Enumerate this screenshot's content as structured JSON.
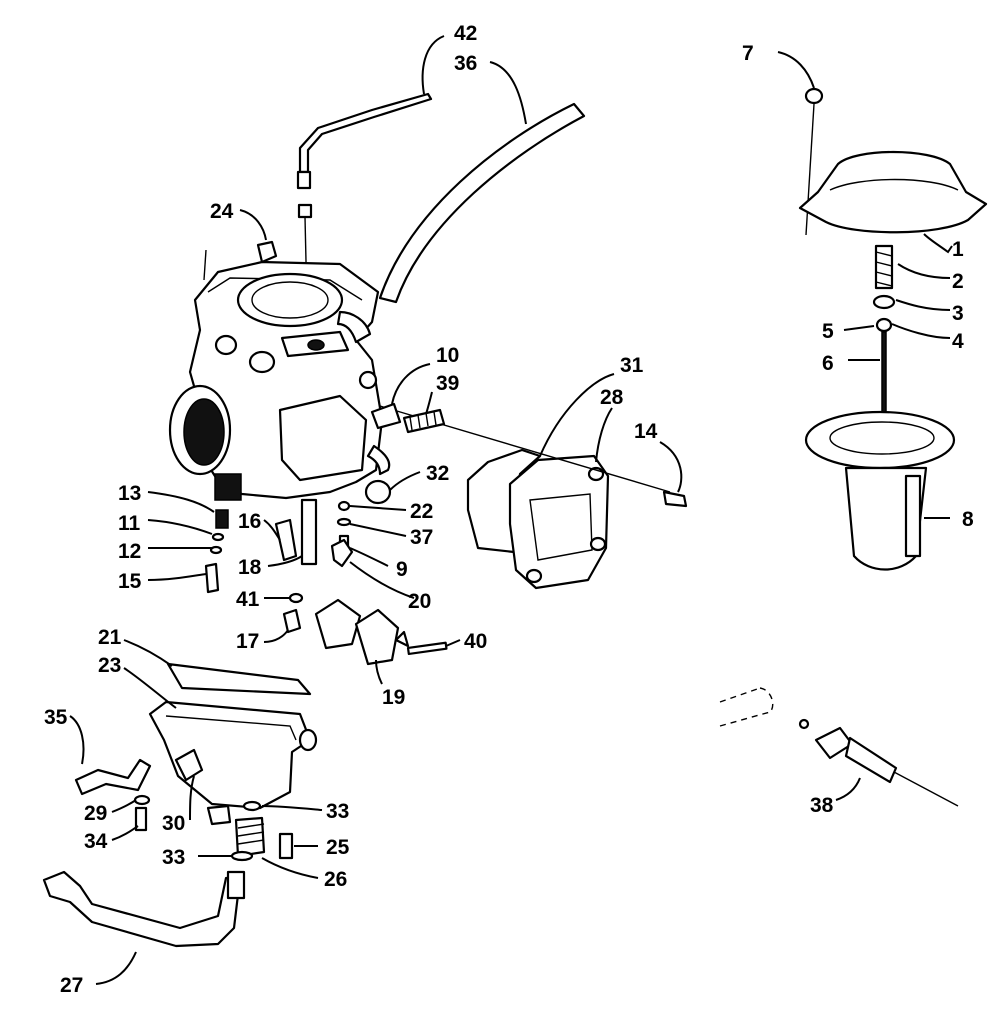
{
  "callouts": {
    "c1": "1",
    "c2": "2",
    "c3": "3",
    "c4": "4",
    "c5": "5",
    "c6": "6",
    "c7": "7",
    "c8": "8",
    "c9": "9",
    "c10": "10",
    "c11": "11",
    "c12": "12",
    "c13": "13",
    "c14": "14",
    "c15": "15",
    "c16": "16",
    "c17": "17",
    "c18": "18",
    "c19": "19",
    "c20": "20",
    "c21": "21",
    "c22": "22",
    "c23": "23",
    "c24": "24",
    "c25": "25",
    "c26": "26",
    "c27": "27",
    "c28": "28",
    "c29": "29",
    "c30": "30",
    "c31": "31",
    "c32": "32",
    "c33a": "33",
    "c33b": "33",
    "c34": "34",
    "c35": "35",
    "c36": "36",
    "c37": "37",
    "c38": "38",
    "c39": "39",
    "c40": "40",
    "c41": "41",
    "c42": "42"
  }
}
